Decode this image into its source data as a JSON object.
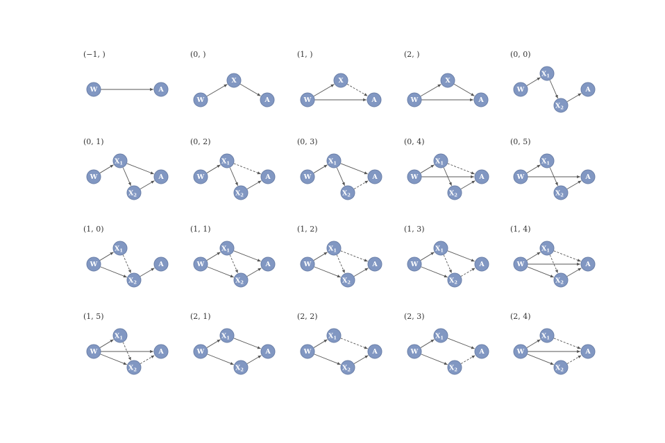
{
  "colors": {
    "node_fill": "#8197c2",
    "node_text": "#ffffff",
    "edge": "#555555"
  },
  "node_labels": {
    "W": "W",
    "A": "A",
    "X": "X",
    "X1": "X",
    "X1_sub": "1",
    "X2": "X",
    "X2_sub": "2"
  },
  "panels": [
    {
      "label": "(−1, )",
      "type": "t1",
      "edges": [
        [
          "W",
          "A",
          "solid"
        ]
      ]
    },
    {
      "label": "(0, )",
      "type": "t2",
      "edges": [
        [
          "W",
          "X",
          "solid"
        ],
        [
          "X",
          "A",
          "solid"
        ]
      ]
    },
    {
      "label": "(1, )",
      "type": "t2",
      "edges": [
        [
          "W",
          "X",
          "solid"
        ],
        [
          "X",
          "A",
          "dashed"
        ],
        [
          "W",
          "A",
          "solid"
        ]
      ]
    },
    {
      "label": "(2, )",
      "type": "t2",
      "edges": [
        [
          "W",
          "X",
          "solid"
        ],
        [
          "X",
          "A",
          "solid"
        ],
        [
          "W",
          "A",
          "solid"
        ]
      ]
    },
    {
      "label": "(0, 0)",
      "type": "t3",
      "edges": [
        [
          "W",
          "X1",
          "solid"
        ],
        [
          "X1",
          "X2",
          "solid"
        ],
        [
          "X2",
          "A",
          "solid"
        ]
      ]
    },
    {
      "label": "(0, 1)",
      "type": "t4",
      "edges": [
        [
          "W",
          "X1",
          "solid"
        ],
        [
          "X1",
          "X2",
          "solid"
        ],
        [
          "X2",
          "A",
          "solid"
        ],
        [
          "X1",
          "A",
          "solid"
        ]
      ]
    },
    {
      "label": "(0, 2)",
      "type": "t4",
      "edges": [
        [
          "W",
          "X1",
          "solid"
        ],
        [
          "X1",
          "X2",
          "solid"
        ],
        [
          "X2",
          "A",
          "solid"
        ],
        [
          "X1",
          "A",
          "dashed"
        ]
      ]
    },
    {
      "label": "(0, 3)",
      "type": "t4",
      "edges": [
        [
          "W",
          "X1",
          "solid"
        ],
        [
          "X1",
          "X2",
          "solid"
        ],
        [
          "X2",
          "A",
          "dashed"
        ],
        [
          "X1",
          "A",
          "solid"
        ]
      ]
    },
    {
      "label": "(0, 4)",
      "type": "t4",
      "edges": [
        [
          "W",
          "X1",
          "solid"
        ],
        [
          "X1",
          "X2",
          "solid"
        ],
        [
          "X2",
          "A",
          "solid"
        ],
        [
          "X1",
          "A",
          "dashed"
        ],
        [
          "W",
          "A",
          "solid"
        ]
      ]
    },
    {
      "label": "(0, 5)",
      "type": "t4",
      "edges": [
        [
          "W",
          "X1",
          "solid"
        ],
        [
          "X1",
          "X2",
          "solid"
        ],
        [
          "X2",
          "A",
          "solid"
        ],
        [
          "W",
          "A",
          "solid"
        ]
      ]
    },
    {
      "label": "(1, 0)",
      "type": "t4",
      "edges": [
        [
          "W",
          "X1",
          "solid"
        ],
        [
          "X1",
          "X2",
          "dashed"
        ],
        [
          "W",
          "X2",
          "solid"
        ],
        [
          "X2",
          "A",
          "solid"
        ]
      ]
    },
    {
      "label": "(1, 1)",
      "type": "t4",
      "edges": [
        [
          "W",
          "X1",
          "solid"
        ],
        [
          "X1",
          "X2",
          "dashed"
        ],
        [
          "W",
          "X2",
          "solid"
        ],
        [
          "X2",
          "A",
          "solid"
        ],
        [
          "X1",
          "A",
          "solid"
        ]
      ]
    },
    {
      "label": "(1, 2)",
      "type": "t4",
      "edges": [
        [
          "W",
          "X1",
          "solid"
        ],
        [
          "X1",
          "X2",
          "dashed"
        ],
        [
          "W",
          "X2",
          "solid"
        ],
        [
          "X2",
          "A",
          "solid"
        ],
        [
          "X1",
          "A",
          "dashed"
        ]
      ]
    },
    {
      "label": "(1, 3)",
      "type": "t4",
      "edges": [
        [
          "W",
          "X1",
          "solid"
        ],
        [
          "X1",
          "X2",
          "dashed"
        ],
        [
          "W",
          "X2",
          "solid"
        ],
        [
          "X2",
          "A",
          "dashed"
        ],
        [
          "X1",
          "A",
          "solid"
        ]
      ]
    },
    {
      "label": "(1, 4)",
      "type": "t4",
      "edges": [
        [
          "W",
          "X1",
          "solid"
        ],
        [
          "X1",
          "X2",
          "dashed"
        ],
        [
          "W",
          "X2",
          "solid"
        ],
        [
          "X2",
          "A",
          "solid"
        ],
        [
          "X1",
          "A",
          "dashed"
        ],
        [
          "W",
          "A",
          "solid"
        ]
      ]
    },
    {
      "label": "(1, 5)",
      "type": "t4",
      "edges": [
        [
          "W",
          "X1",
          "solid"
        ],
        [
          "X1",
          "X2",
          "dashed"
        ],
        [
          "W",
          "X2",
          "solid"
        ],
        [
          "X2",
          "A",
          "dashed"
        ],
        [
          "W",
          "A",
          "solid"
        ]
      ]
    },
    {
      "label": "(2, 1)",
      "type": "t4",
      "edges": [
        [
          "W",
          "X1",
          "solid"
        ],
        [
          "W",
          "X2",
          "solid"
        ],
        [
          "X2",
          "A",
          "solid"
        ],
        [
          "X1",
          "A",
          "solid"
        ]
      ]
    },
    {
      "label": "(2, 2)",
      "type": "t4",
      "edges": [
        [
          "W",
          "X1",
          "solid"
        ],
        [
          "W",
          "X2",
          "solid"
        ],
        [
          "X2",
          "A",
          "solid"
        ],
        [
          "X1",
          "A",
          "dashed"
        ]
      ]
    },
    {
      "label": "(2, 3)",
      "type": "t4",
      "edges": [
        [
          "W",
          "X1",
          "solid"
        ],
        [
          "W",
          "X2",
          "solid"
        ],
        [
          "X2",
          "A",
          "dashed"
        ],
        [
          "X1",
          "A",
          "solid"
        ]
      ]
    },
    {
      "label": "(2, 4)",
      "type": "t4",
      "edges": [
        [
          "W",
          "X1",
          "solid"
        ],
        [
          "W",
          "X2",
          "solid"
        ],
        [
          "X2",
          "A",
          "dashed"
        ],
        [
          "X1",
          "A",
          "dashed"
        ],
        [
          "W",
          "A",
          "solid"
        ]
      ]
    }
  ]
}
